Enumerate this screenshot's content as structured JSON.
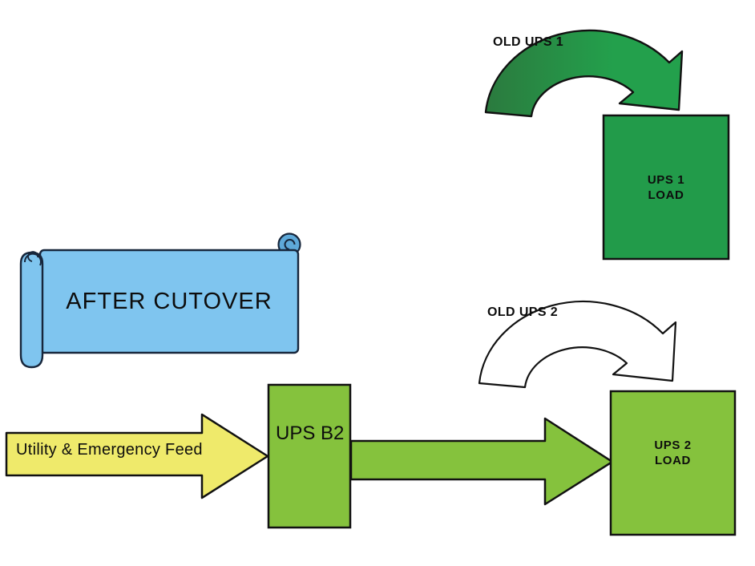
{
  "banner": {
    "label": "AFTER CUTOVER",
    "fill": "#7FC5EF",
    "curl_fill": "#5EA9D9"
  },
  "feed_arrow": {
    "label": "Utility & Emergency Feed",
    "fill": "#EFEA6B"
  },
  "flow_arrow": {
    "fill": "#85C23D"
  },
  "nodes": {
    "ups_b2": {
      "label": "UPS B2",
      "fill": "#85C23D"
    },
    "ups1_load": {
      "line1": "UPS 1",
      "line2": "LOAD",
      "fill": "#229B4A"
    },
    "ups2_load": {
      "line1": "UPS 2",
      "line2": "LOAD",
      "fill": "#85C23D"
    }
  },
  "curved_arrows": {
    "old_ups1": {
      "label": "OLD UPS 1",
      "fill_start": "#2B7A3E",
      "fill_end": "#23A04C"
    },
    "old_ups2": {
      "label": "OLD UPS 2",
      "fill": "#FFFFFF"
    }
  }
}
